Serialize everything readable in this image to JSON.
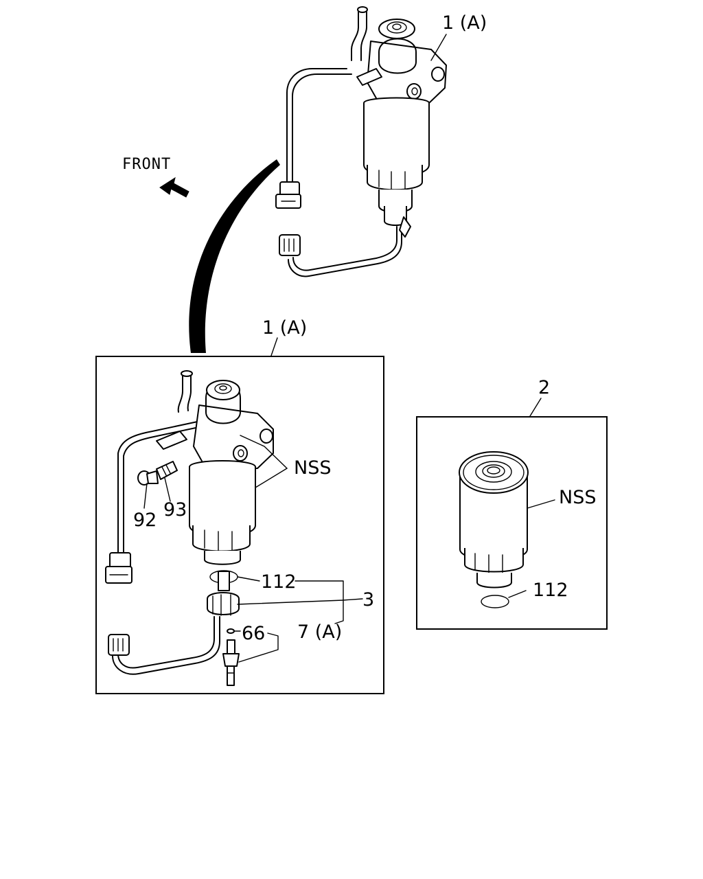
{
  "front_label": "FRONT",
  "callouts": {
    "assembly_top": "1 (A)",
    "assembly_box": "1 (A)",
    "nss_assembly": "NSS",
    "part_92": "92",
    "part_93": "93",
    "part_112_left": "112",
    "part_3": "3",
    "part_66": "66",
    "part_7a": "7 (A)",
    "part_2": "2",
    "nss_element": "NSS",
    "part_112_right": "112"
  },
  "colors": {
    "line": "#000000",
    "background": "#ffffff"
  },
  "icons": [
    "front-arrow-icon",
    "curved-pointer-arrow-icon"
  ]
}
